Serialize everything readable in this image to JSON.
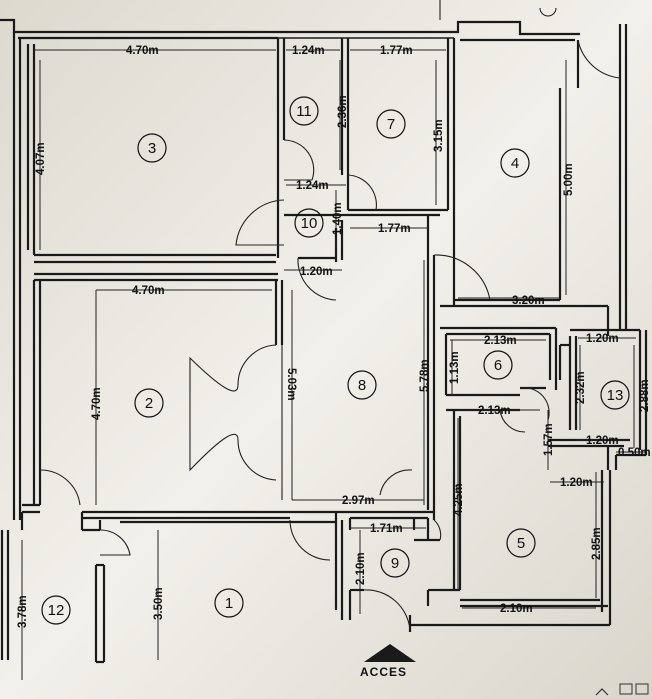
{
  "rooms": [
    {
      "id": "3",
      "label": "3"
    },
    {
      "id": "11",
      "label": "11"
    },
    {
      "id": "7",
      "label": "7"
    },
    {
      "id": "4",
      "label": "4"
    },
    {
      "id": "10",
      "label": "10"
    },
    {
      "id": "2",
      "label": "2"
    },
    {
      "id": "8",
      "label": "8"
    },
    {
      "id": "6",
      "label": "6"
    },
    {
      "id": "13",
      "label": "13"
    },
    {
      "id": "5",
      "label": "5"
    },
    {
      "id": "9",
      "label": "9"
    },
    {
      "id": "1",
      "label": "1"
    },
    {
      "id": "12",
      "label": "12"
    }
  ],
  "dimensions": {
    "r3_width": "4.70m",
    "r3_height": "4.07m",
    "r11_width": "1.24m",
    "r11_height": "2.36m",
    "r7_width": "1.77m",
    "r7_height": "3.15m",
    "r4_height": "5.00m",
    "r4_width": "3.20m",
    "r10_width": "1.24m",
    "r10_height": "1.40m",
    "r8_top": "1.77m",
    "door_1_20": "1.20m",
    "r2_width": "4.70m",
    "r2_height": "4.70m",
    "r8_height": "5.03m",
    "r8_right": "5.78m",
    "r8_bottom": "2.97m",
    "r6_width": "2.13m",
    "r6_height": "1.13m",
    "r13_width": "1.20m",
    "r13_left": "2.32m",
    "r13_height": "2.88m",
    "r5_top": "2.13m",
    "r5_left_small": "1.57m",
    "r5_notch": "1.20m",
    "r5_notch2": "0.50m",
    "r5_notch3": "1.20m",
    "r5_left": "4.25m",
    "r5_right": "2.85m",
    "r5_bottom": "2.10m",
    "r9_width": "1.71m",
    "r9_height": "2.10m",
    "r1_height": "3.50m",
    "r12_height": "3.78m"
  },
  "entrance_label": "ACCES"
}
